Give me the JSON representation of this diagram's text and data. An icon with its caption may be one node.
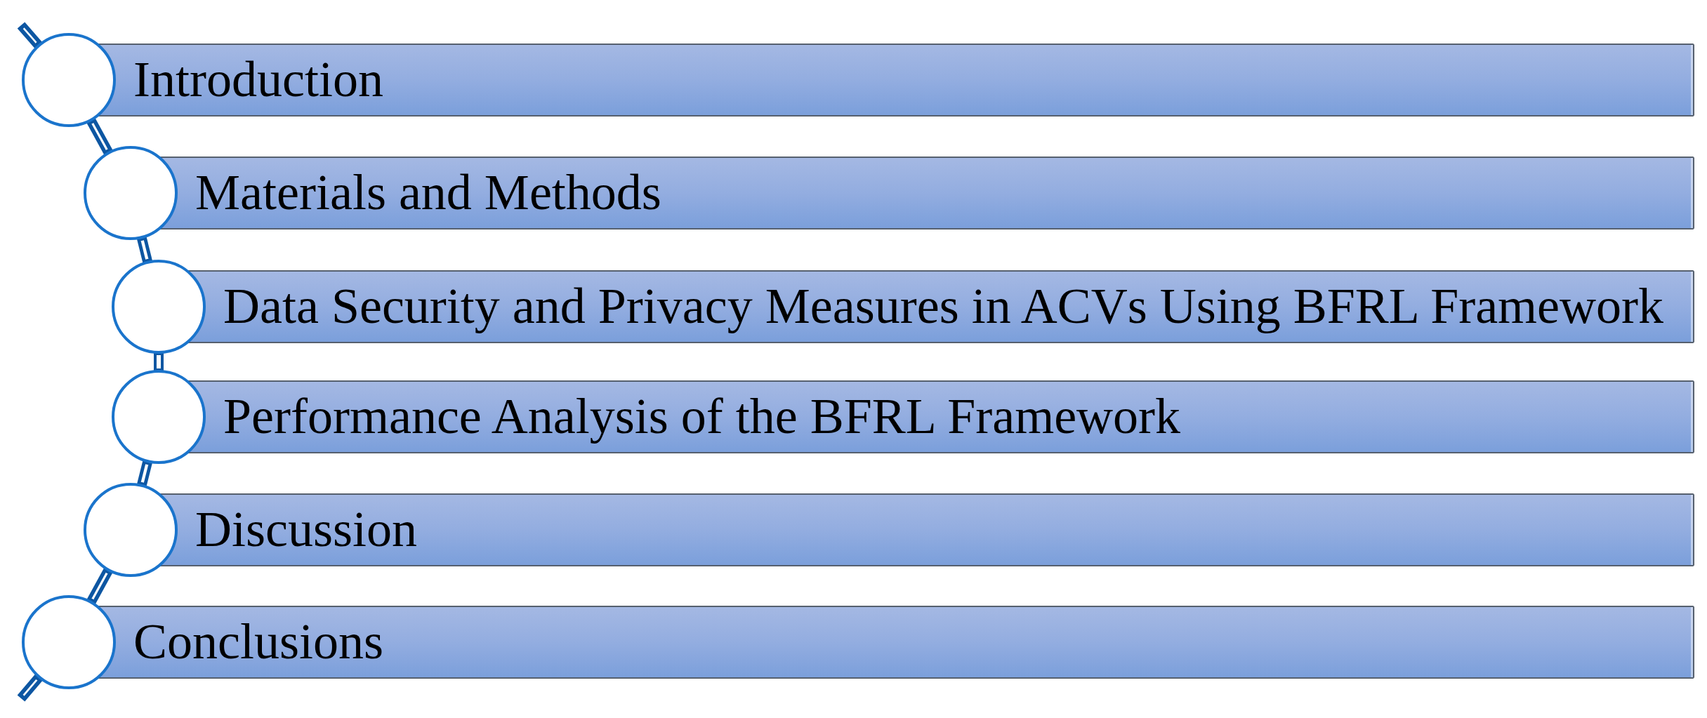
{
  "diagram": {
    "nodes": [
      {
        "text": [],
        "shape": "circle"
      },
      {
        "text": [
          "Introduction"
        ]
      },
      {
        "text": [],
        "shape": "circle"
      },
      {
        "text": [
          "Materials and Methods"
        ]
      },
      {
        "text": [],
        "shape": "circle"
      },
      {
        "text": [
          "Data Security and Privacy Measures in ACVs Using BFRL Framework"
        ]
      },
      {
        "text": [],
        "shape": "circle"
      },
      {
        "text": [
          "Performance Analysis of the BFRL Framework"
        ]
      },
      {
        "text": [],
        "shape": "circle"
      },
      {
        "text": [
          "Discussion"
        ]
      },
      {
        "text": [],
        "shape": "circle"
      },
      {
        "text": [
          "Conclusions"
        ]
      }
    ],
    "edges": [
      {
        "from": null,
        "to": 0,
        "arrow": "none"
      },
      {
        "from": 0,
        "to": 2,
        "arrow": "none"
      },
      {
        "from": 2,
        "to": 4,
        "arrow": "none"
      },
      {
        "from": 4,
        "to": 6,
        "arrow": "none"
      },
      {
        "from": 6,
        "to": 8,
        "arrow": "none"
      },
      {
        "from": 8,
        "to": 10,
        "arrow": "none"
      },
      {
        "from": 10,
        "to": null,
        "arrow": "none"
      }
    ]
  }
}
